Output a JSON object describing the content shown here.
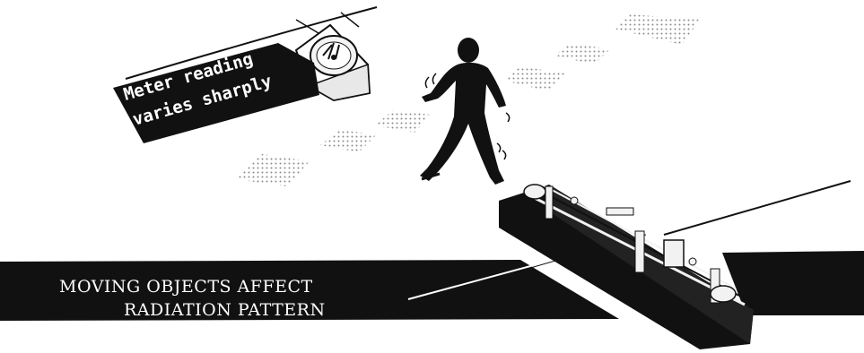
{
  "meter_label": {
    "line1": "Meter reading",
    "line2": "varies sharply"
  },
  "caption": {
    "line1": "MOVING OBJECTS AFFECT",
    "line2": "RADIATION PATTERN"
  },
  "colors": {
    "ink": "#111111",
    "paper": "#ffffff",
    "dots": "#8a8a8a"
  },
  "icons": {
    "meter": "meter-icon",
    "walker": "walking-person-icon",
    "antenna": "antenna-array-icon"
  }
}
